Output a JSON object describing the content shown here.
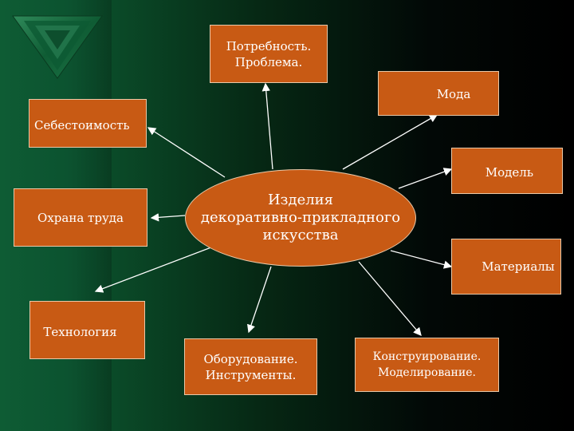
{
  "colors": {
    "box_fill": "#c85a14",
    "box_border": "#e8c8a8",
    "text": "#ffffff",
    "arrow": "#ffffff",
    "background_left": "#0b5a30",
    "background_right": "#000000"
  },
  "center": {
    "lines": [
      "Изделия",
      "декоративно-прикладного",
      "искусства"
    ]
  },
  "nodes": {
    "need": {
      "lines": [
        "Потребность.",
        "Проблема."
      ]
    },
    "fashion": {
      "lines": [
        "Мода"
      ]
    },
    "cost": {
      "lines": [
        "Себестоимость"
      ]
    },
    "model": {
      "lines": [
        "Модель"
      ]
    },
    "labor": {
      "lines": [
        "Охрана труда"
      ]
    },
    "materials": {
      "lines": [
        "Материалы"
      ]
    },
    "technology": {
      "lines": [
        "Технология"
      ]
    },
    "equipment": {
      "lines": [
        "Оборудование.",
        "Инструменты."
      ]
    },
    "design": {
      "lines": [
        "Конструирование.",
        "Моделирование."
      ]
    }
  },
  "decoration": {
    "emblem": "green-triangle-emblem-icon"
  }
}
